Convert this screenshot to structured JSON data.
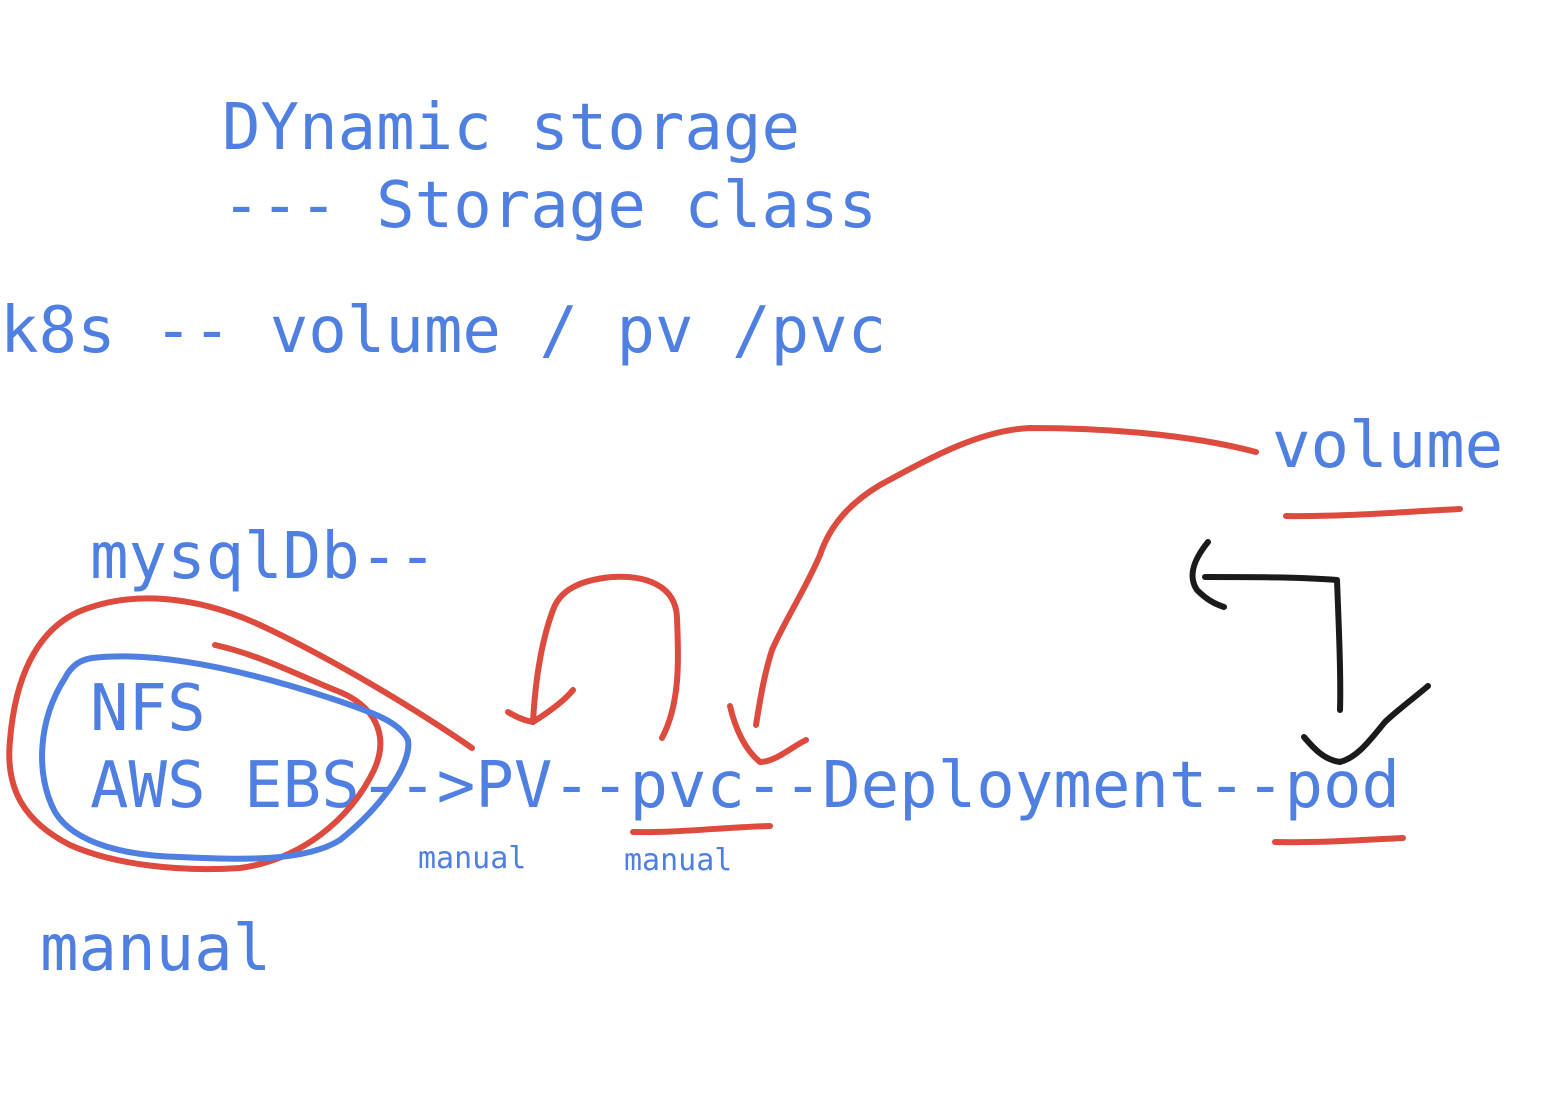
{
  "colors": {
    "text": "#4f80e1",
    "red_ink": "#dd4b3e",
    "blue_ink": "#4f80e1",
    "black_ink": "#1a1a1a",
    "background": "#ffffff"
  },
  "heading": {
    "line1": "DYnamic storage",
    "line2": "--- Storage class"
  },
  "k8s_line": "k8s -- volume / pv /pvc",
  "volume_label": "volume",
  "mysql_label": "mysqlDb--",
  "storage_list": {
    "nfs": "NFS",
    "aws_ebs": "AWS EBS"
  },
  "flow": {
    "arrow": "-->",
    "pv": "PV",
    "sep1": "--",
    "pvc": "pvc",
    "sep2": "--",
    "deployment": "Deployment",
    "sep3": "--",
    "pod": "pod"
  },
  "notes": {
    "pv_note": "manual",
    "pvc_note": "manual",
    "bottom_note": "manual"
  }
}
